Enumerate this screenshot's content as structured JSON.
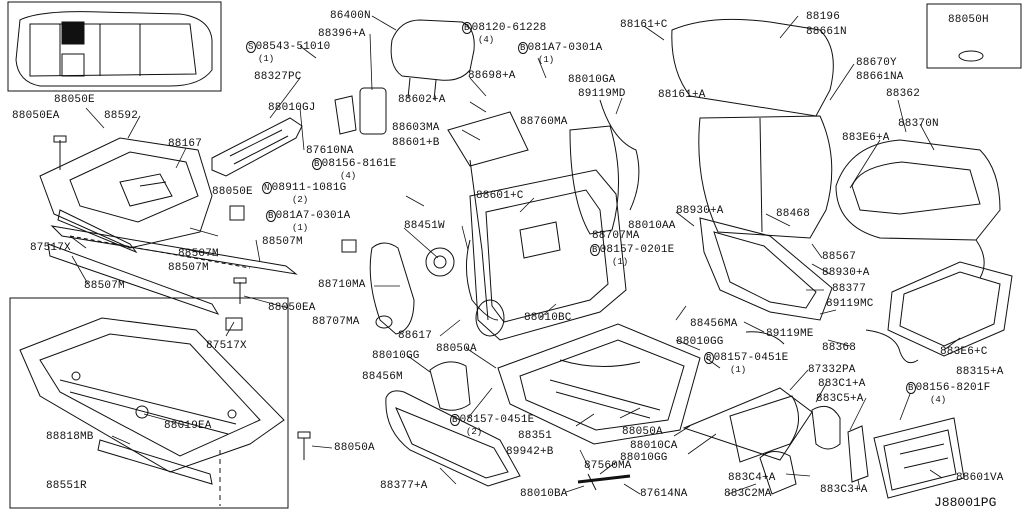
{
  "diagram_code": "J88001PG",
  "callouts": [
    {
      "id": "c1",
      "text": "86400N"
    },
    {
      "id": "c2",
      "text": "88396+A"
    },
    {
      "id": "c3",
      "text": "08543-51010"
    },
    {
      "id": "c4",
      "text": "88327PC"
    },
    {
      "id": "c5",
      "text": "88010GJ"
    },
    {
      "id": "c6",
      "text": "87610NA"
    },
    {
      "id": "c7",
      "text": "08120-61228"
    },
    {
      "id": "c8",
      "text": "081A7-0301A"
    },
    {
      "id": "c9",
      "text": "88161+C"
    },
    {
      "id": "c10",
      "text": "88196"
    },
    {
      "id": "c11",
      "text": "88661N"
    },
    {
      "id": "c12",
      "text": "88050H"
    },
    {
      "id": "c13",
      "text": "88050E"
    },
    {
      "id": "c14",
      "text": "88050EA"
    },
    {
      "id": "c15",
      "text": "88592"
    },
    {
      "id": "c16",
      "text": "88167"
    },
    {
      "id": "c17",
      "text": "88698+A"
    },
    {
      "id": "c18",
      "text": "88602+A"
    },
    {
      "id": "c19",
      "text": "88603MA"
    },
    {
      "id": "c20",
      "text": "88601+B"
    },
    {
      "id": "c21",
      "text": "88010GA"
    },
    {
      "id": "c22",
      "text": "89119MD"
    },
    {
      "id": "c23",
      "text": "88161+A"
    },
    {
      "id": "c24",
      "text": "88760MA"
    },
    {
      "id": "c25",
      "text": "88670Y"
    },
    {
      "id": "c26",
      "text": "88661NA"
    },
    {
      "id": "c27",
      "text": "88362"
    },
    {
      "id": "c28",
      "text": "88370N"
    },
    {
      "id": "c29",
      "text": "883E6+A"
    },
    {
      "id": "c30",
      "text": "08156-8161E"
    },
    {
      "id": "c31",
      "text": "88050E"
    },
    {
      "id": "c32",
      "text": "08911-1081G"
    },
    {
      "id": "c33",
      "text": "081A7-0301A"
    },
    {
      "id": "c34",
      "text": "88601+C"
    },
    {
      "id": "c35",
      "text": "88451W"
    },
    {
      "id": "c36",
      "text": "88930+A"
    },
    {
      "id": "c37",
      "text": "88468"
    },
    {
      "id": "c38",
      "text": "88707MA"
    },
    {
      "id": "c39",
      "text": "88010AA"
    },
    {
      "id": "c40",
      "text": "08157-0201E"
    },
    {
      "id": "c41",
      "text": "88567"
    },
    {
      "id": "c42",
      "text": "88930+A"
    },
    {
      "id": "c43",
      "text": "88377"
    },
    {
      "id": "c44",
      "text": "89119MC"
    },
    {
      "id": "c45",
      "text": "87517X"
    },
    {
      "id": "c46",
      "text": "88507M"
    },
    {
      "id": "c47",
      "text": "88507M"
    },
    {
      "id": "c48",
      "text": "88507M"
    },
    {
      "id": "c49",
      "text": "88507M"
    },
    {
      "id": "c50",
      "text": "88710MA"
    },
    {
      "id": "c51",
      "text": "88050EA"
    },
    {
      "id": "c52",
      "text": "88707MA"
    },
    {
      "id": "c53",
      "text": "87517X"
    },
    {
      "id": "c54",
      "text": "88617"
    },
    {
      "id": "c55",
      "text": "88010BC"
    },
    {
      "id": "c56",
      "text": "88456MA"
    },
    {
      "id": "c57",
      "text": "89119ME"
    },
    {
      "id": "c58",
      "text": "88368"
    },
    {
      "id": "c59",
      "text": "88010GG"
    },
    {
      "id": "c60",
      "text": "88050A"
    },
    {
      "id": "c61",
      "text": "88010GG"
    },
    {
      "id": "c62",
      "text": "08157-0451E"
    },
    {
      "id": "c63",
      "text": "883E6+C"
    },
    {
      "id": "c64",
      "text": "88315+A"
    },
    {
      "id": "c65",
      "text": "88456M"
    },
    {
      "id": "c66",
      "text": "87332PA"
    },
    {
      "id": "c67",
      "text": "883C1+A"
    },
    {
      "id": "c68",
      "text": "08156-8201F"
    },
    {
      "id": "c69",
      "text": "883C5+A"
    },
    {
      "id": "c70",
      "text": "88019EA"
    },
    {
      "id": "c71",
      "text": "88818MB"
    },
    {
      "id": "c72",
      "text": "88050A"
    },
    {
      "id": "c73",
      "text": "08157-0451E"
    },
    {
      "id": "c74",
      "text": "88351"
    },
    {
      "id": "c75",
      "text": "88050A"
    },
    {
      "id": "c76",
      "text": "88010CA"
    },
    {
      "id": "c77",
      "text": "88551R"
    },
    {
      "id": "c78",
      "text": "89942+B"
    },
    {
      "id": "c79",
      "text": "88010GG"
    },
    {
      "id": "c80",
      "text": "88377+A"
    },
    {
      "id": "c81",
      "text": "87560MA"
    },
    {
      "id": "c82",
      "text": "883C4+A"
    },
    {
      "id": "c83",
      "text": "883C3+A"
    },
    {
      "id": "c84",
      "text": "88601VA"
    },
    {
      "id": "c85",
      "text": "88010BA"
    },
    {
      "id": "c86",
      "text": "87614NA"
    },
    {
      "id": "c87",
      "text": "883C2MA"
    }
  ],
  "quantities": [
    {
      "id": "q3",
      "text": "(1)"
    },
    {
      "id": "q7",
      "text": "(4)"
    },
    {
      "id": "q8",
      "text": "(1)"
    },
    {
      "id": "q30",
      "text": "(4)"
    },
    {
      "id": "q32",
      "text": "(2)"
    },
    {
      "id": "q33",
      "text": "(1)"
    },
    {
      "id": "q40",
      "text": "(1)"
    },
    {
      "id": "q62",
      "text": "(1)"
    },
    {
      "id": "q68",
      "text": "(4)"
    },
    {
      "id": "q73",
      "text": "(2)"
    }
  ]
}
